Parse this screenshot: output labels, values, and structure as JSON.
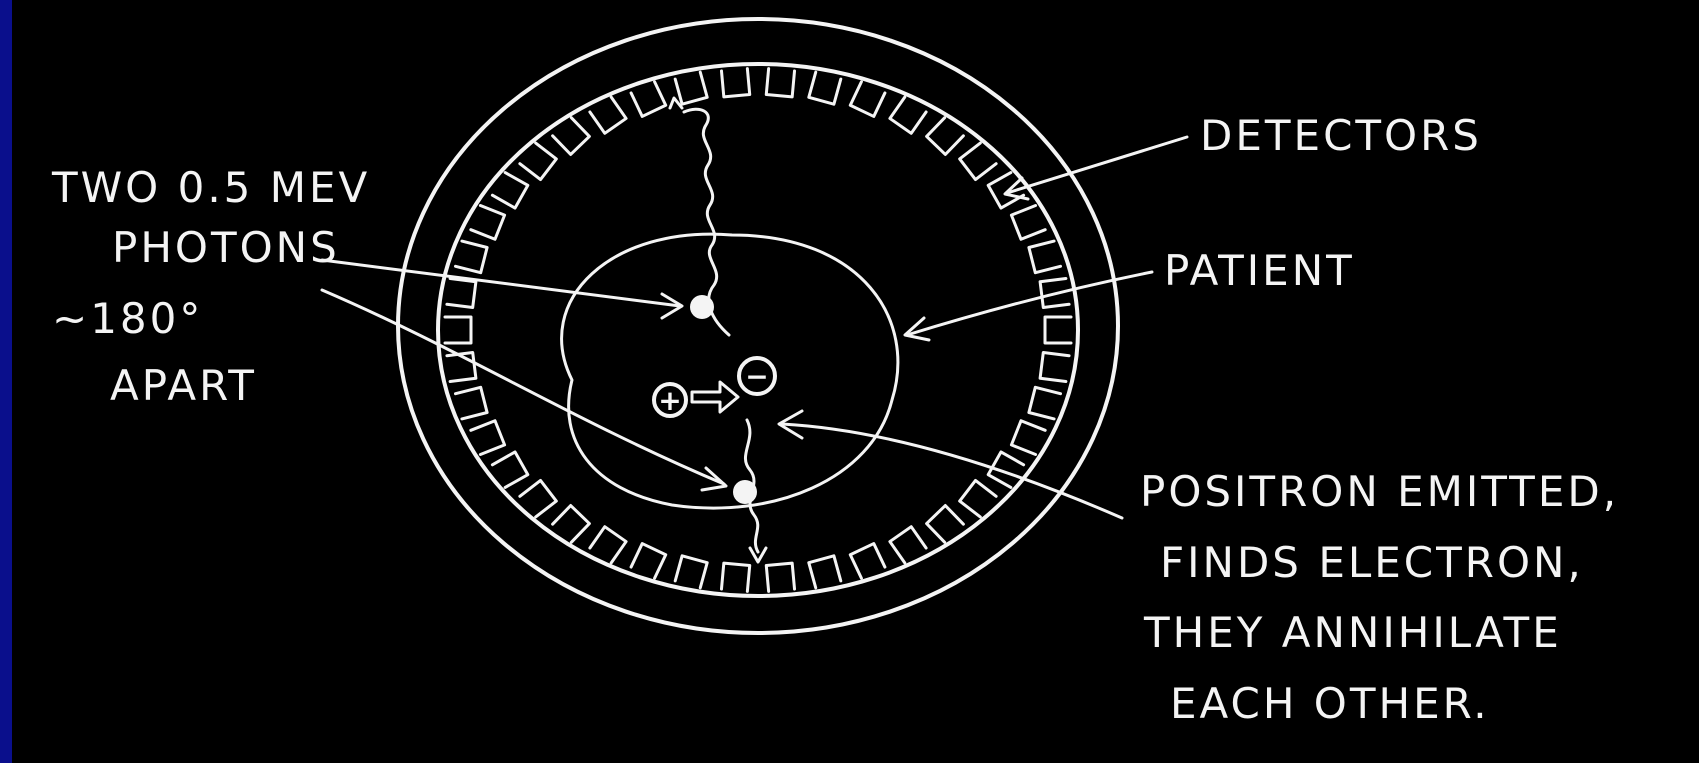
{
  "diagram": {
    "labels": {
      "photons": [
        "TWO 0.5 MEV",
        "PHOTONS",
        "~180°",
        "APART"
      ],
      "detectors": "DETECTORS",
      "patient": "PATIENT",
      "positron": [
        "POSITRON EMITTED,",
        "FINDS ELECTRON,",
        "THEY ANNIHILATE",
        "EACH OTHER."
      ]
    },
    "particles": {
      "positron_symbol": "+",
      "electron_symbol": "−"
    },
    "colors": {
      "background": "#000000",
      "ink": "#f4f4f4",
      "frame": "#0a0f8c"
    }
  }
}
